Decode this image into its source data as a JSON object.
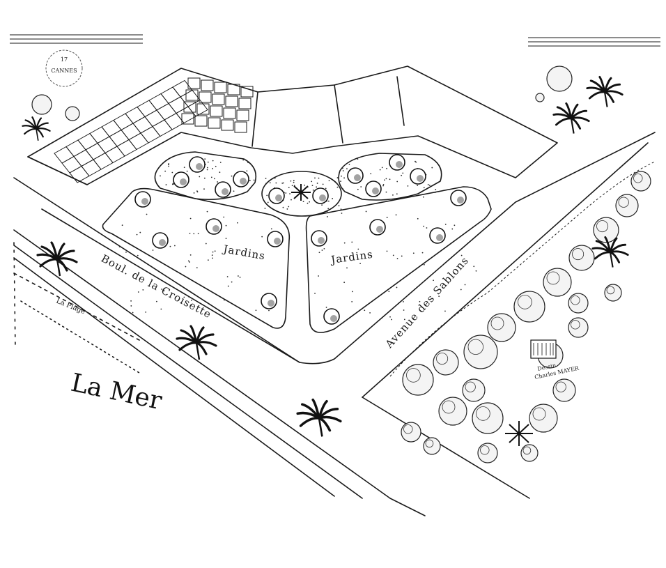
{
  "map": {
    "labels": {
      "sea": "La Mer",
      "beach": "La Plage",
      "boulevard": "Boul. de la Croisette",
      "avenue": "Avenue des Sablons",
      "garden_left": "Jardins",
      "garden_right": "Jardins",
      "signature_line1": "Dessin",
      "signature_line2": "Charles MAYER",
      "stamp": "CANNES"
    },
    "colors": {
      "ink": "#1a1a1a",
      "paper": "#ffffff"
    },
    "icons": [
      "palm-tree-icon",
      "shrub-icon",
      "round-tree-icon",
      "building-icon",
      "stamp-icon"
    ]
  }
}
